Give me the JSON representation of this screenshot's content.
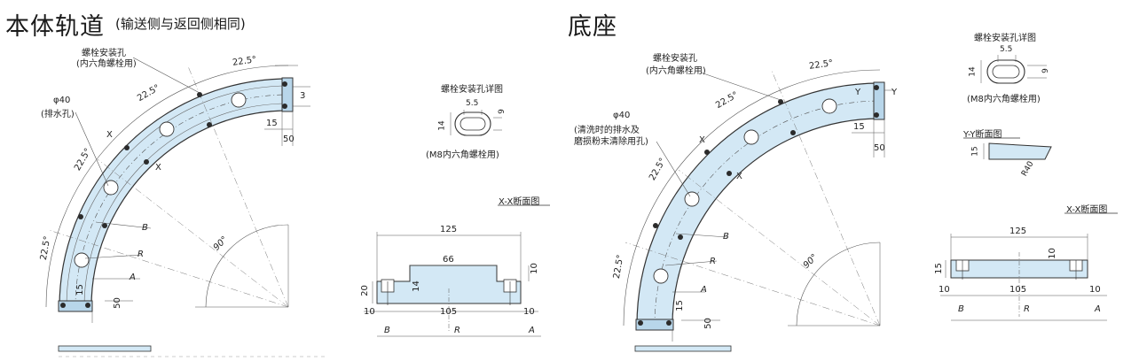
{
  "colors": {
    "rail_fill": "#d3e8f5",
    "line": "#333333",
    "dim": "#555555"
  },
  "left": {
    "title": "本体轨道",
    "subtitle": "(输送侧与返回侧相同)",
    "bolt_hole_label": "螺栓安装孔",
    "bolt_hole_sub": "(内六角螺栓用)",
    "drain_dia": "φ40",
    "drain_label": "(排水孔)",
    "angle": "22.5°",
    "angle_90": "90°",
    "x_marker": "X",
    "r_label": "R",
    "b_label": "B",
    "a_label": "A",
    "dim_3": "3",
    "dim_15": "15",
    "dim_50": "50",
    "detail_title": "螺栓安装孔详图",
    "detail_55": "5.5",
    "detail_9": "9",
    "detail_14": "14",
    "detail_caption": "(M8内六角螺栓用)",
    "section_title": "X-X断面图",
    "sec_125": "125",
    "sec_66": "66",
    "sec_10": "10",
    "sec_20": "20",
    "sec_14": "14",
    "sec_105": "105"
  },
  "right": {
    "title": "底座",
    "bolt_hole_label": "螺栓安装孔",
    "bolt_hole_sub": "(内六角螺栓用)",
    "drain_dia": "φ40",
    "drain_label_1": "(清洗时的排水及",
    "drain_label_2": "磨损粉末清除用孔)",
    "angle": "22.5°",
    "angle_90": "90°",
    "x_marker": "X",
    "y_marker": "Y",
    "r_label": "R",
    "b_label": "B",
    "a_label": "A",
    "dim_15": "15",
    "dim_50": "50",
    "detail_title": "螺栓安装孔详图",
    "detail_55": "5.5",
    "detail_9": "9",
    "detail_14": "14",
    "detail_caption": "(M8内六角螺栓用)",
    "yy_title": "Y-Y断面图",
    "yy_15": "15",
    "yy_r40": "R40",
    "section_title": "X-X断面图",
    "sec_125": "125",
    "sec_15": "15",
    "sec_10": "10",
    "sec_105": "105"
  }
}
